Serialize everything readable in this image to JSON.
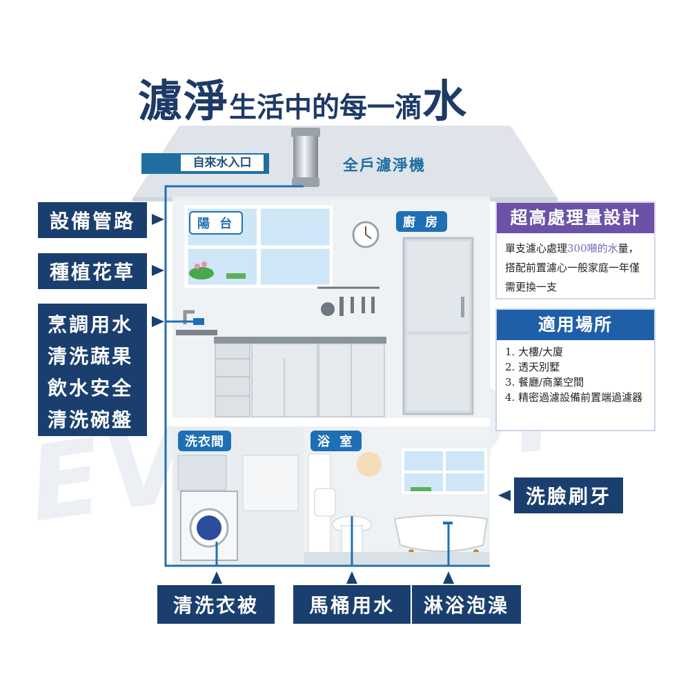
{
  "title": {
    "part1": "濾淨",
    "part2": "生活中的每一滴",
    "part3": "水"
  },
  "roof": {
    "inlet_label": "自來水入口",
    "machine_label": "全戶濾淨機"
  },
  "rooms": {
    "balcony": "陽 台",
    "kitchen": "廚 房",
    "laundry": "洗衣間",
    "bathroom": "浴 室"
  },
  "left_labels": {
    "pipes": "設備管路",
    "plants": "種植花草",
    "kitchen_uses": [
      "烹調用水",
      "清洗蔬果",
      "飲水安全",
      "清洗碗盤"
    ]
  },
  "right_label": "洗臉刷牙",
  "bottom_labels": {
    "laundry": "清洗衣被",
    "toilet": "馬桶用水",
    "bath": "淋浴泡澡"
  },
  "capacity_box": {
    "title": "超高處理量設計",
    "text_a": "單支濾心處理",
    "text_b": "300噸的水",
    "text_c": "量，搭配前置濾心一般家庭一年僅需更換一支",
    "header_color": "#6b52a6"
  },
  "places_box": {
    "title": "適用場所",
    "items": [
      "1. 大樓/大廈",
      "2. 透天別墅",
      "3. 餐廳/商業空間",
      "4. 精密過濾設備前置端過濾器"
    ],
    "header_color": "#1f5fa8"
  },
  "watermark": "EVERTOP",
  "colors": {
    "label_bg": "#1a3f6e",
    "pipe": "#1f6fb5",
    "title": "#1e3a66"
  }
}
